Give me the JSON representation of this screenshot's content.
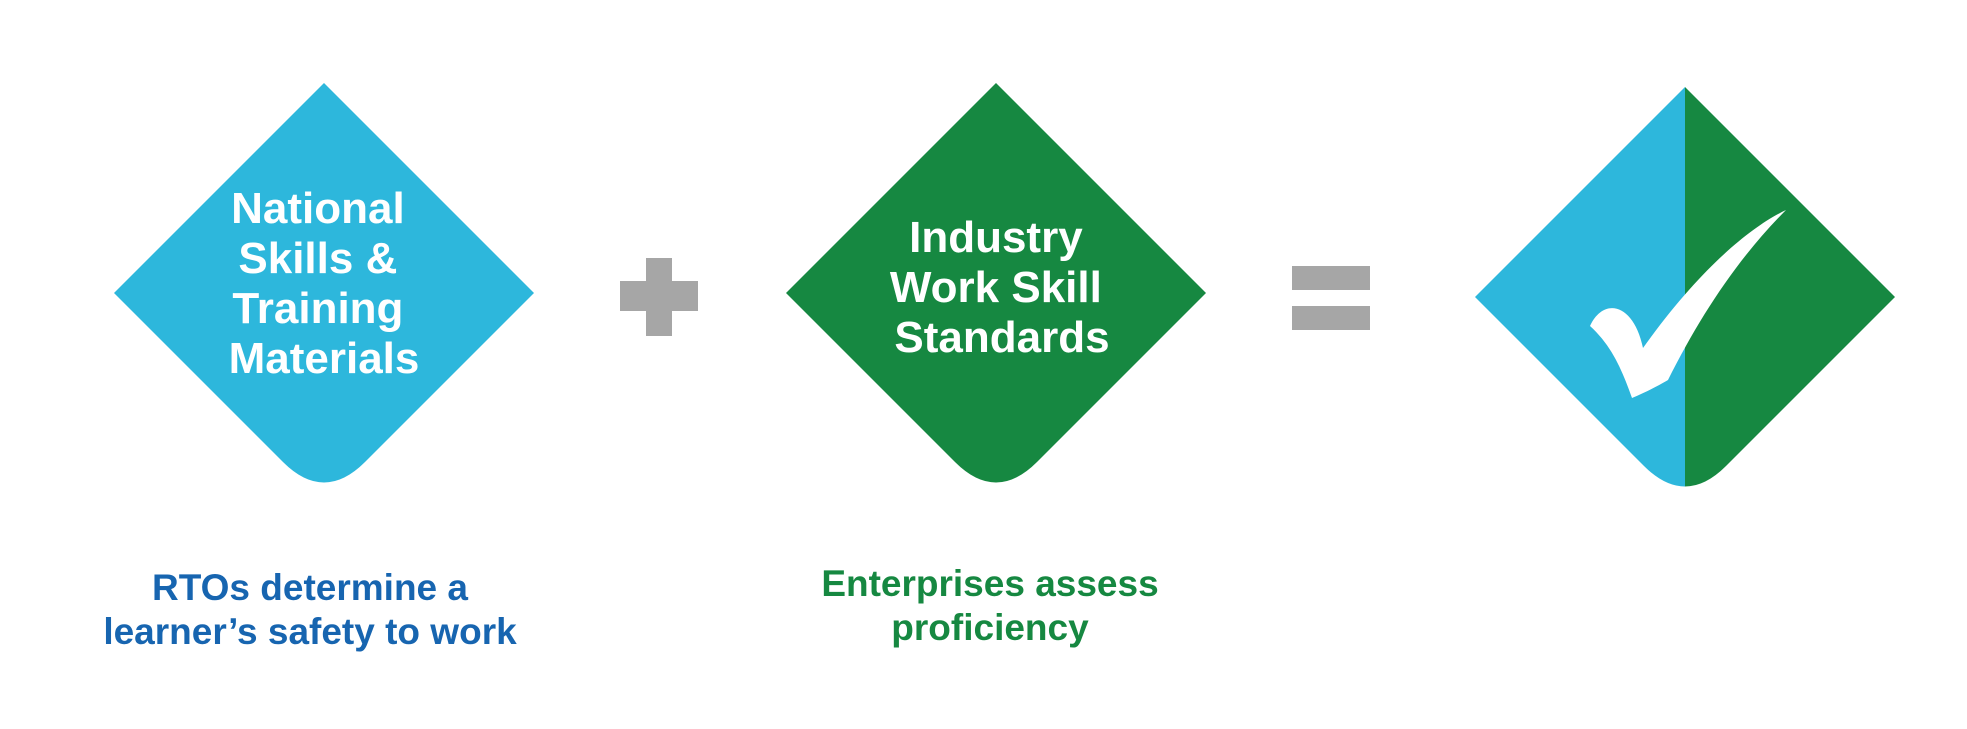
{
  "colors": {
    "blue": "#2db7dc",
    "green": "#168841",
    "operator_gray": "#a6a6a6",
    "caption_blue": "#1765b0",
    "caption_green": "#168841",
    "check_white": "#ffffff"
  },
  "diamonds": {
    "national": {
      "lines": [
        "National",
        "Skills &",
        "Training",
        "Materials"
      ]
    },
    "industry": {
      "lines": [
        "Industry",
        "Work Skill",
        "Standards"
      ]
    },
    "result": {
      "icon": "checkmark-icon"
    }
  },
  "operators": {
    "plus": {
      "icon": "plus-icon"
    },
    "equals": {
      "icon": "equals-icon"
    }
  },
  "captions": {
    "rtos": {
      "lines": [
        "RTOs determine a",
        "learner’s safety to work"
      ]
    },
    "enterprises": {
      "lines": [
        "Enterprises assess",
        "proficiency"
      ]
    }
  }
}
